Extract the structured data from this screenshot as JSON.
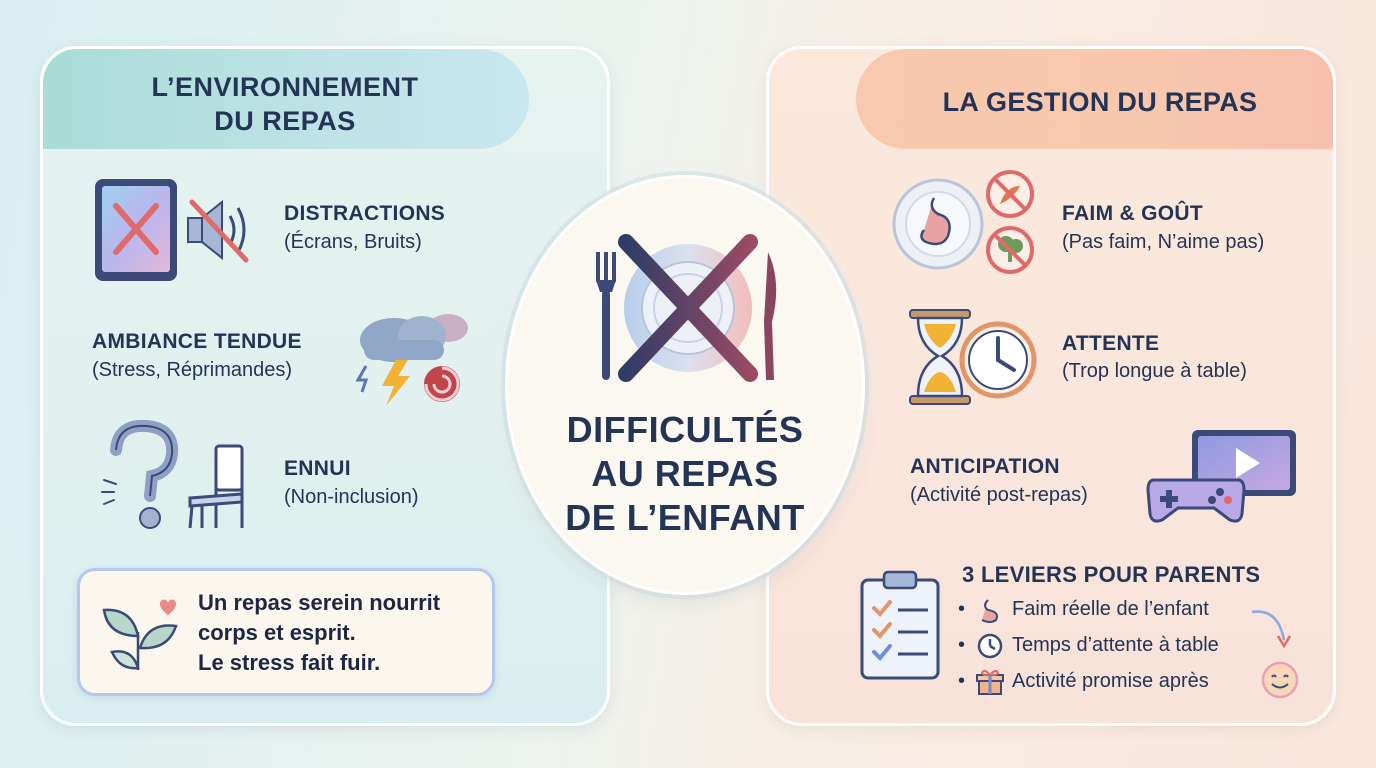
{
  "left": {
    "title_line1": "L’ENVIRONNEMENT",
    "title_line2": "DU REPAS",
    "items": [
      {
        "title": "DISTRACTIONS",
        "subtitle": "(Écrans, Bruits)",
        "icon": "tablet-crossed-icon"
      },
      {
        "title": "AMBIANCE TENDUE",
        "subtitle": "(Stress, Réprimandes)",
        "icon": "storm-cloud-icon"
      },
      {
        "title": "ENNUI",
        "subtitle": "(Non-inclusion)",
        "icon": "question-chair-icon"
      }
    ],
    "quote": {
      "line1": "Un repas serein nourrit",
      "line2": "corps et esprit.",
      "line3": "Le stress fait fuir.",
      "icon": "leaf-heart-icon"
    }
  },
  "center": {
    "line1": "DIFFICULTÉS",
    "line2": "AU REPAS",
    "line3": "DE L’ENFANT",
    "icon": "crossed-plate-icon"
  },
  "right": {
    "title": "LA GESTION DU REPAS",
    "items": [
      {
        "title": "FAIM & GOÛT",
        "subtitle": "(Pas faim, N’aime pas)",
        "icon": "stomach-plate-icon"
      },
      {
        "title": "ATTENTE",
        "subtitle": "(Trop longue à table)",
        "icon": "hourglass-clock-icon"
      },
      {
        "title": "ANTICIPATION",
        "subtitle": "(Activité post-repas)",
        "icon": "gamepad-tv-icon"
      }
    ],
    "levers": {
      "title": "3 LEVIERS POUR PARENTS",
      "items": [
        {
          "text": "Faim réelle de l’enfant",
          "icon": "stomach-icon"
        },
        {
          "text": "Temps d’attente à table",
          "icon": "clock-icon"
        },
        {
          "text": "Activité promise après",
          "icon": "gift-icon"
        }
      ]
    }
  },
  "colors": {
    "text": "#243454",
    "left_header": "#a9dcd7",
    "right_header": "#f8c9ae",
    "quote_border": "#b7c6ee"
  }
}
